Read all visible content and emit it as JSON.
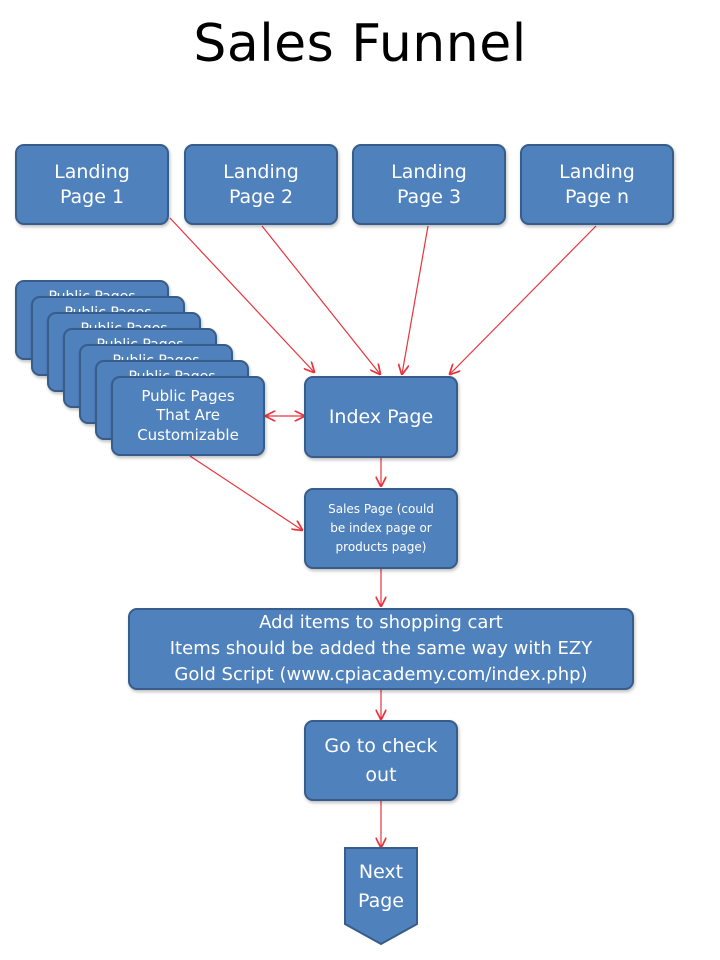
{
  "title": "Sales Funnel",
  "landing_pages": [
    {
      "line1": "Landing",
      "line2": "Page 1"
    },
    {
      "line1": "Landing",
      "line2": "Page 2"
    },
    {
      "line1": "Landing",
      "line2": "Page 3"
    },
    {
      "line1": "Landing",
      "line2": "Page n"
    }
  ],
  "public_pages": {
    "stacked_label": "Public Pages",
    "line1": "Public Pages",
    "line2": "That Are",
    "line3": "Customizable"
  },
  "index_page": "Index Page",
  "sales_page": {
    "line1": "Sales Page (could",
    "line2": "be index page or",
    "line3": "products page)"
  },
  "cart": {
    "line1": "Add items to shopping cart",
    "line2": "Items should be added the same way with EZY",
    "line3": "Gold Script (www.cpiacademy.com/index.php)"
  },
  "checkout": {
    "line1": "Go to check",
    "line2": "out"
  },
  "next_page": {
    "line1": "Next",
    "line2": "Page"
  },
  "colors": {
    "box_fill": "#4f81bd",
    "box_border": "#385d8a",
    "connector": "#e8343c"
  }
}
